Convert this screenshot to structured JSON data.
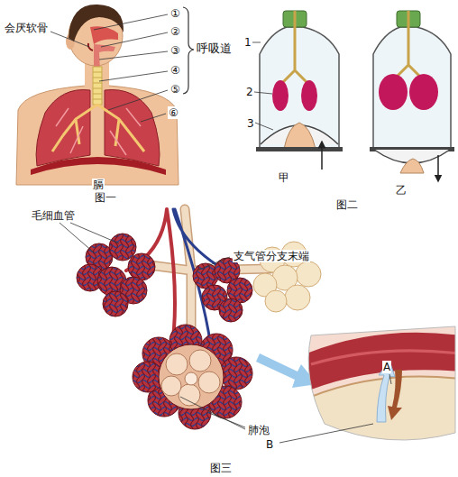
{
  "diagram": {
    "labels": [
      "会厌软骨",
      "①",
      "②",
      "③",
      "④",
      "⑤",
      "⑥",
      "呼吸道",
      "膈",
      "图一",
      "1",
      "2",
      "3",
      "甲",
      "乙",
      "图二",
      "毛细血管",
      "支气管分支末端",
      "肺泡",
      "A",
      "B",
      "图三"
    ]
  }
}
